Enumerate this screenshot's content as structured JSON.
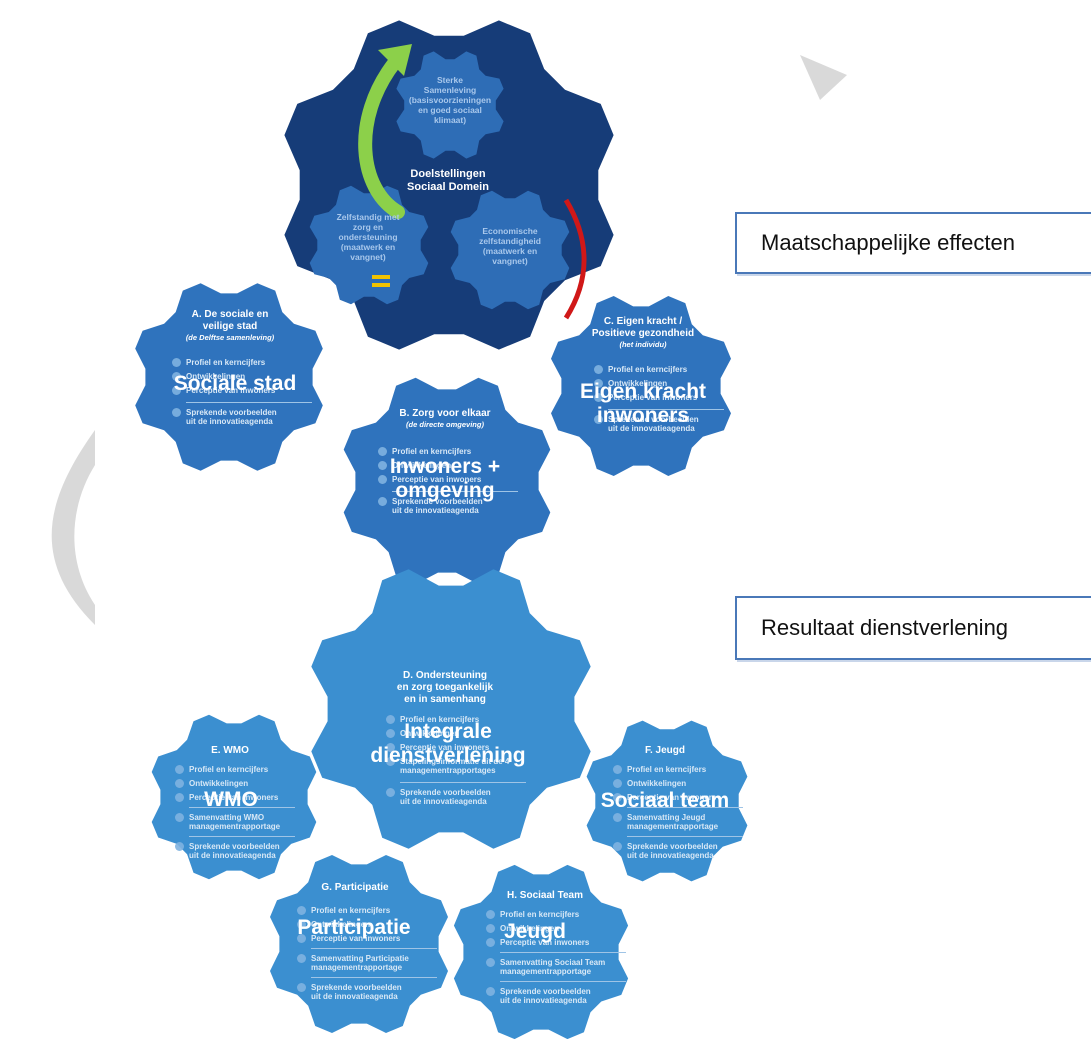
{
  "callouts": {
    "effects": "Maatschappelijke effecten",
    "results": "Resultaat dienstverlening"
  },
  "top": {
    "title": "Doelstellingen\nSociaal Domein",
    "inner_top": "Sterke\nSamenleving\n(basisvoorzieningen\nen goed sociaal\nklimaat)",
    "inner_left": "Zelfstandig met\nzorg en\nondersteuning\n(maatwerk en\nvangnet)",
    "inner_right": "Economische\nzelfstandigheid\n(maatwerk en\nvangnet)"
  },
  "gears": {
    "a": {
      "title": "A. De sociale en\nveilige stad",
      "subtitle": "(de Delftse samenleving)",
      "items": [
        "Profiel en kerncijfers",
        "Ontwikkelingen",
        "Perceptie van inwoners"
      ],
      "extra": [
        "Sprekende voorbeelden\nuit de innovatieagenda"
      ],
      "overlay": "Sociale stad"
    },
    "b": {
      "title": "B. Zorg voor elkaar",
      "subtitle": "(de directe omgeving)",
      "items": [
        "Profiel en kerncijfers",
        "Ontwikkelingen",
        "Perceptie van inwoners"
      ],
      "extra": [
        "Sprekende voorbeelden\nuit de innovatieagenda"
      ],
      "overlay": "Inwoners +\nomgeving"
    },
    "c": {
      "title": "C. Eigen kracht /\nPositieve gezondheid",
      "subtitle": "(het individu)",
      "items": [
        "Profiel en kerncijfers",
        "Ontwikkelingen",
        "Perceptie van inwoners"
      ],
      "extra": [
        "Sprekende voorbeelden\nuit de innovatieagenda"
      ],
      "overlay": "Eigen kracht\ninwoners"
    },
    "d": {
      "title": "D. Ondersteuning\nen zorg toegankelijk\nen in samenhang",
      "subtitle": "",
      "items": [
        "Profiel en kerncijfers",
        "Ontwikkelingen",
        "Perceptie van inwoners"
      ],
      "extra": [
        "Stapelingsinformatie uit de 4\nmanagementrapportages",
        "Sprekende voorbeelden\nuit de innovatieagenda"
      ],
      "overlay": "Integrale\ndienstverlening"
    },
    "e": {
      "title": "E. WMO",
      "subtitle": "",
      "items": [
        "Profiel en kerncijfers",
        "Ontwikkelingen",
        "Perceptie van inwoners"
      ],
      "extra": [
        "Samenvatting WMO\nmanagementrapportage",
        "Sprekende voorbeelden\nuit de innovatieagenda"
      ],
      "overlay": "WMO"
    },
    "f": {
      "title": "F. Jeugd",
      "subtitle": "",
      "items": [
        "Profiel en kerncijfers",
        "Ontwikkelingen",
        "Perceptie van inwoners"
      ],
      "extra": [
        "Samenvatting Jeugd\nmanagementrapportage",
        "Sprekende voorbeelden\nuit de innovatieagenda"
      ],
      "overlay": "Sociaal team"
    },
    "g": {
      "title": "G. Participatie",
      "subtitle": "",
      "items": [
        "Profiel en kerncijfers",
        "Ontwikkelingen",
        "Perceptie van inwoners"
      ],
      "extra": [
        "Samenvatting Participatie\nmanagementrapportage",
        "Sprekende voorbeelden\nuit de innovatieagenda"
      ],
      "overlay": "Participatie"
    },
    "h": {
      "title": "H. Sociaal Team",
      "subtitle": "",
      "items": [
        "Profiel en kerncijfers",
        "Ontwikkelingen",
        "Perceptie van inwoners"
      ],
      "extra": [
        "Samenvatting Sociaal Team\nmanagementrapportage",
        "Sprekende voorbeelden\nuit de innovatieagenda"
      ],
      "overlay": "Jeugd"
    }
  },
  "colors": {
    "dark_gear": "#163c78",
    "inner_gear": "#2e6db6",
    "mid_gear": "#2f73bd",
    "light_gear": "#3b8fd0",
    "green_arrow": "#8cd04a",
    "red_arc": "#d01818",
    "yellow_equal": "#f2c200",
    "watermark": "#d8d8d8"
  }
}
